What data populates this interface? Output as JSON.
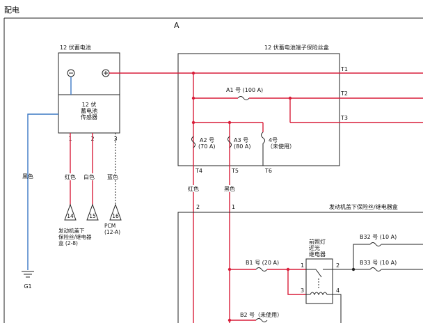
{
  "page_title": "配电",
  "section_label": "A",
  "battery": {
    "title": "12 伏蓄电池",
    "neg": "⊖",
    "pos": "⊕",
    "sensor_line1": "12 伏",
    "sensor_line2": "蓄电池",
    "sensor_line3": "传感器",
    "pin1": "1",
    "pin2": "2",
    "pin3": "3"
  },
  "fusebox_terminal": {
    "title": "12 伏蓄电池端子保险丝盒",
    "t1": "T1",
    "t2": "T2",
    "t3": "T3",
    "t4": "T4",
    "t5": "T5",
    "t6": "T6",
    "a1": "A1 号 (100 A)",
    "a2_line1": "A2 号",
    "a2_line2": "(70 A)",
    "a3_line1": "A3 号",
    "a3_line2": "(80 A)",
    "f4_line1": "4号",
    "f4_line2": "（未使用）"
  },
  "wires": {
    "black1": "黑色",
    "red": "红色",
    "white": "白色",
    "blue": "蓝色",
    "red2": "红色",
    "black2": "黑色",
    "pin2": "2",
    "pin1": "1"
  },
  "connectors": {
    "c14": "14",
    "c15": "15",
    "c16": "16",
    "underhood_line1": "发动机盖下",
    "underhood_line2": "保险丝/继电器",
    "underhood_line3": "盒 (2-8)",
    "pcm_line1": "PCM",
    "pcm_line2": "(12-A)"
  },
  "ground": "G1",
  "underhood_box": {
    "title": "发动机盖下保险丝/继电器盒",
    "b1": "B1 号 (20 A)",
    "b2": "B2 号（未使用）",
    "b32": "B32 号 (10 A)",
    "b33": "B33 号 (10 A)",
    "relay_line1": "前照灯",
    "relay_line2": "近光",
    "relay_line3": "继电器",
    "r1": "1",
    "r2": "2",
    "r3": "3",
    "r4": "4"
  }
}
